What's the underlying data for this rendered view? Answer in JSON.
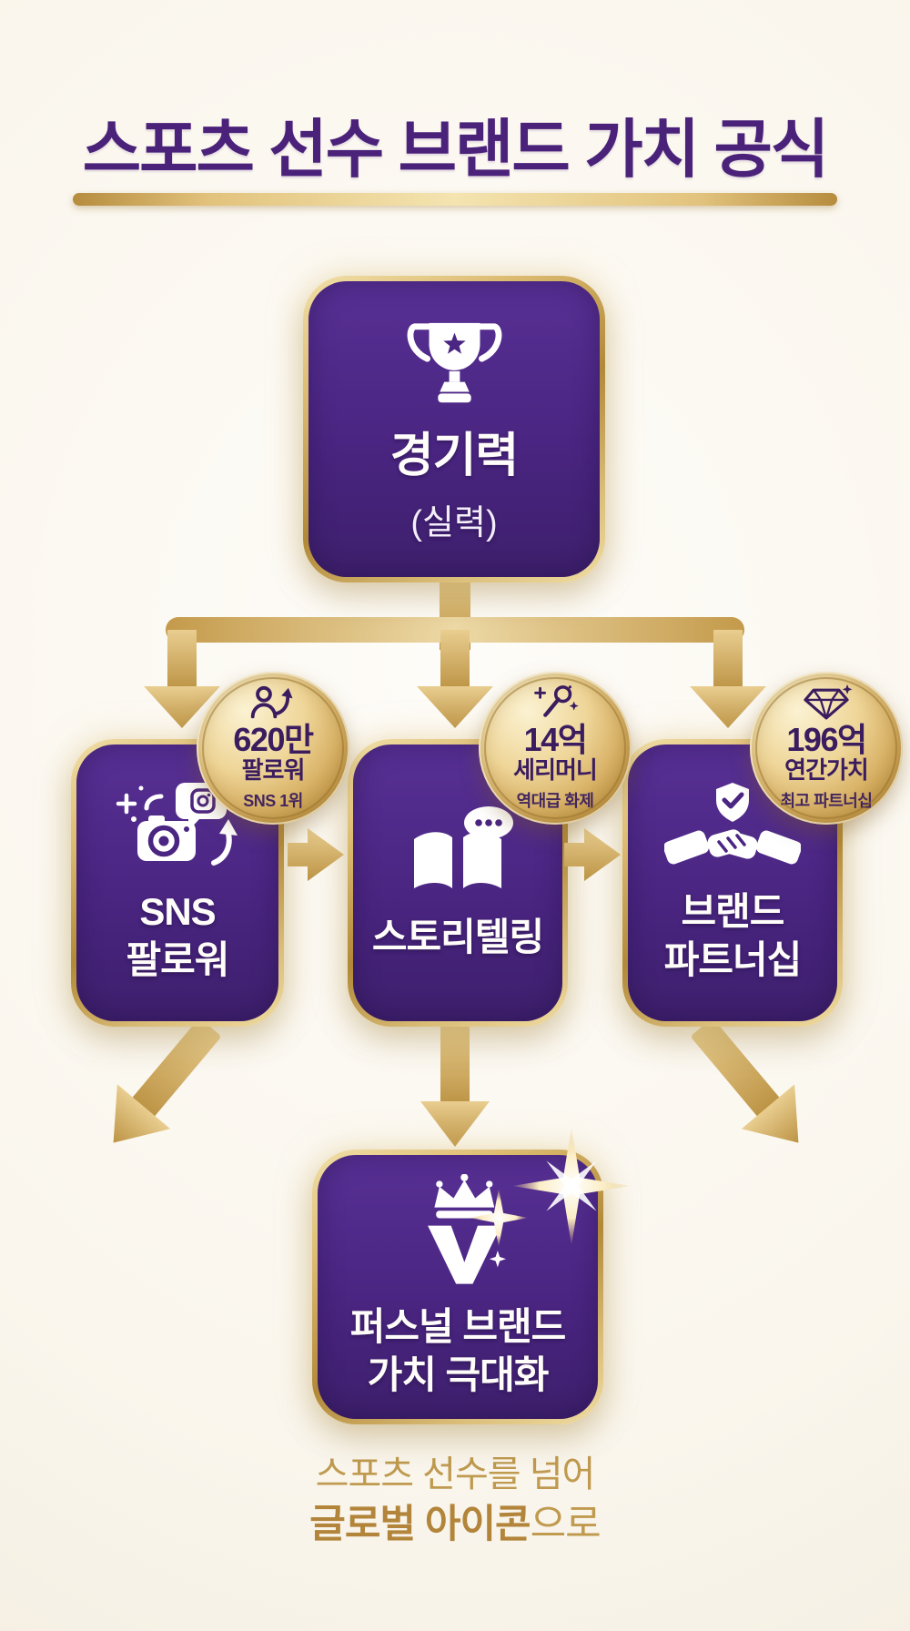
{
  "page": {
    "title": "스포츠 선수 브랜드 가치 공식",
    "caption_line1": "스포츠 선수를 넘어",
    "caption_line2_bold": "글로벌 아이콘",
    "caption_line2_rest": "으로"
  },
  "colors": {
    "deep_purple": "#4A2581",
    "purple_dark": "#3D1F6C",
    "title_purple": "#4B2279",
    "gold": "#C9A052",
    "gold_light": "#F2DFA9",
    "badge_text": "#3A1C5F",
    "caption_gold": "#BF9A4F",
    "background": "#FAF6ED"
  },
  "nodes": {
    "performance": {
      "icon": "trophy-icon",
      "label": "경기력",
      "sublabel": "(실력)"
    },
    "sns": {
      "icon": "sns-camera-icon",
      "label_line1": "SNS",
      "label_line2": "팔로워"
    },
    "storytelling": {
      "icon": "storybook-icon",
      "label": "스토리텔링"
    },
    "partnership": {
      "icon": "handshake-icon",
      "label_line1": "브랜드",
      "label_line2": "파트너십"
    },
    "result": {
      "icon": "crown-v-icon",
      "label_line1": "퍼스널 브랜드",
      "label_line2": "가치 극대화"
    }
  },
  "badges": [
    {
      "icon": "follower-growth-icon",
      "value": "620만",
      "label": "팔로워",
      "sub": "SNS 1위"
    },
    {
      "icon": "microphone-icon",
      "value": "14억",
      "label": "세리머니",
      "sub": "역대급 화제"
    },
    {
      "icon": "diamond-icon",
      "value": "196억",
      "label": "연간가치",
      "sub": "최고 파트너십"
    }
  ]
}
